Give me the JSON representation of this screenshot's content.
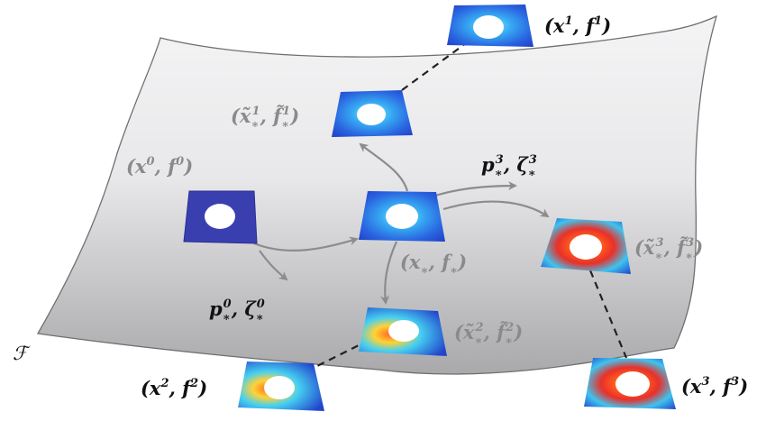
{
  "manifold_label": "ℱ",
  "colors": {
    "sheet_light": "#ffffff",
    "sheet_dark": "#b8b8b8",
    "arrow": "#8c8c8c",
    "label_gray": "#8a8a8a",
    "label_black": "#111111",
    "dashed_link": "#222222",
    "plate_uniform": "#3a3fb0"
  },
  "icons": {
    "plate_hole": "square-plate-with-hole",
    "arrow_head": "arrowhead-icon"
  },
  "nodes": {
    "x0": {
      "base": "(x",
      "sup": "0",
      "mid": ", f",
      "sup2": "0",
      "end": ")"
    },
    "xs": {
      "base": "(x",
      "sub": "∗",
      "mid": ", f",
      "sub2": "∗",
      "end": ")"
    },
    "xt1": {
      "base": "(x̃",
      "sub": "∗",
      "sup": "1",
      "mid": ", f̃",
      "sub2": "∗",
      "sup2": "1",
      "end": ")"
    },
    "xt2": {
      "base": "(x̃",
      "sub": "∗",
      "sup": "2",
      "mid": ", f̃",
      "sub2": "∗",
      "sup2": "2",
      "end": ")"
    },
    "xt3": {
      "base": "(x̃",
      "sub": "∗",
      "sup": "3",
      "mid": ", f̃",
      "sub2": "∗",
      "sup2": "3",
      "end": ")"
    },
    "x1": {
      "base": "(x",
      "sup": "1",
      "mid": ", f",
      "sup2": "1",
      "end": ")"
    },
    "x2": {
      "base": "(x",
      "sup": "2",
      "mid": ", f",
      "sup2": "2",
      "end": ")"
    },
    "x3": {
      "base": "(x",
      "sup": "3",
      "mid": ", f",
      "sup2": "3",
      "end": ")"
    }
  },
  "params": {
    "p0": {
      "a": "p",
      "asub": "∗",
      "asup": "0",
      "sep": ", ζ",
      "bsub": "∗",
      "bsup": "0"
    },
    "p3": {
      "a": "p",
      "asub": "∗",
      "asup": "3",
      "sep": ", ζ",
      "bsub": "∗",
      "bsup": "3"
    }
  }
}
